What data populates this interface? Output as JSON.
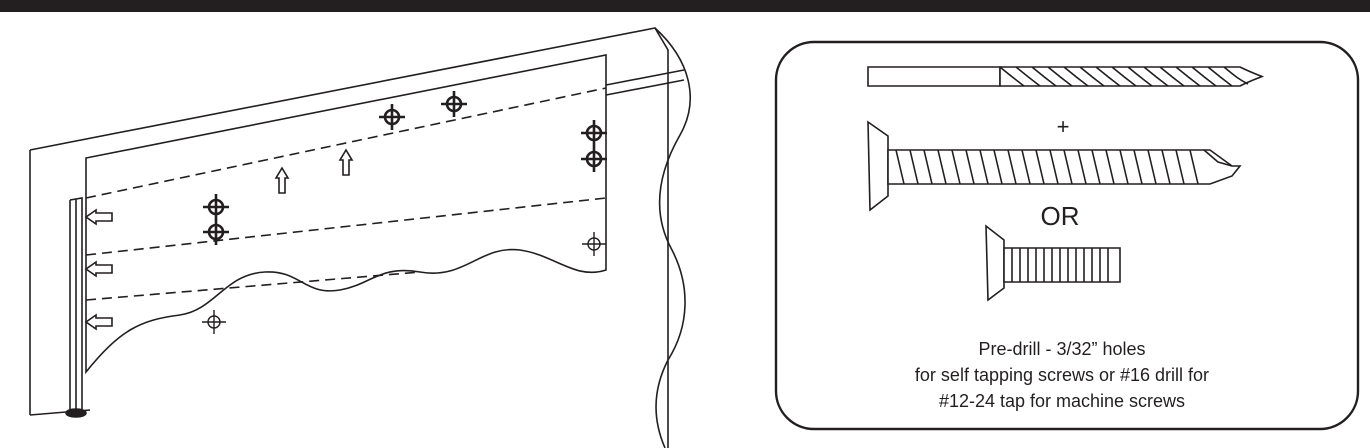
{
  "fastener_panel": {
    "plus_symbol": "+",
    "or_label": "OR",
    "instructions": {
      "line1": "Pre-drill - 3/32” holes",
      "line2": "for self tapping screws or #16 drill for",
      "line3": "#12-24 tap for machine screws"
    }
  },
  "colors": {
    "ink": "#231f20",
    "paper": "#ffffff"
  }
}
